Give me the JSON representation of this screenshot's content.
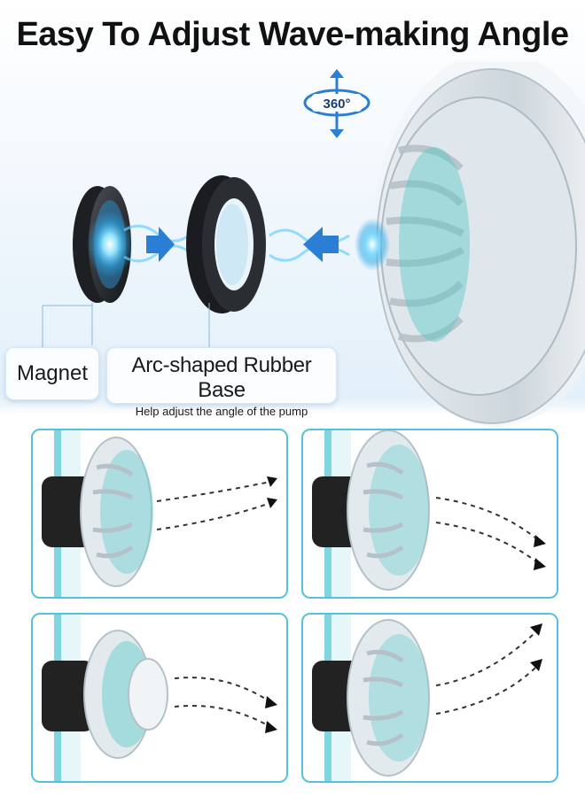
{
  "title": "Easy To Adjust Wave-making Angle",
  "rotation_badge": "360°",
  "labels": {
    "magnet": "Magnet",
    "rubber_base": "Arc-shaped Rubber Base",
    "rubber_base_note": "Help adjust the angle of the pump"
  },
  "colors": {
    "accent": "#55c2d8",
    "arrow_blue": "#2a7fd4",
    "glass": "#7fd6df"
  },
  "panels": [
    {
      "name": "angle-up-right"
    },
    {
      "name": "angle-down-right"
    },
    {
      "name": "angle-straight-down"
    },
    {
      "name": "angle-up"
    }
  ]
}
